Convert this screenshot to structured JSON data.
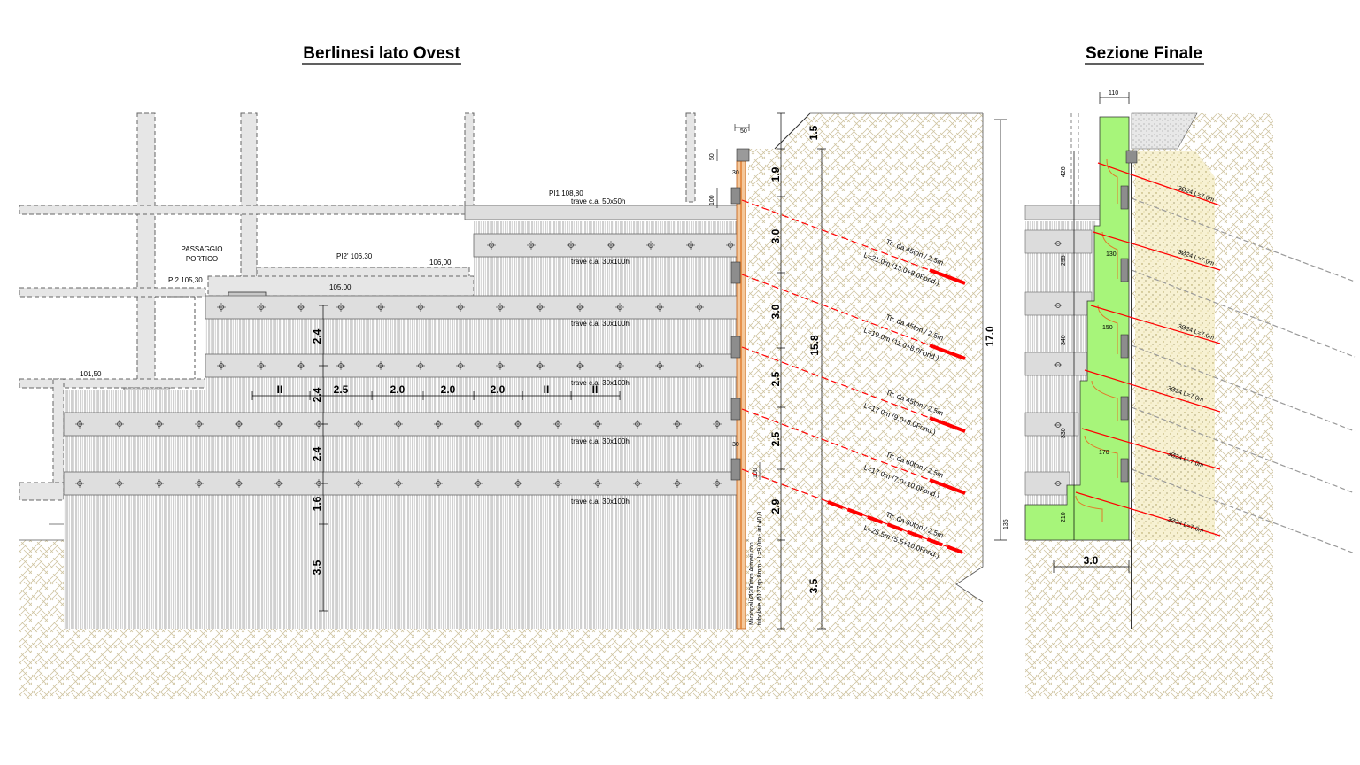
{
  "titles": {
    "left": "Berlinesi lato Ovest",
    "right": "Sezione Finale"
  },
  "left_view": {
    "labels": {
      "passage_line1": "PASSAGGIO",
      "passage_line2": "PORTICO",
      "pi1": "PI1  108,80",
      "pi2p": "PI2'  106,30",
      "pi2": "PI2  105,30",
      "lvl_106": "106,00",
      "lvl_105": "105,00",
      "lvl_101": "101,50",
      "beam_top": "trave c.a. 50x50h",
      "beam_1": "trave c.a. 30x100h",
      "beam_2": "trave c.a. 30x100h",
      "beam_3": "trave c.a. 30x100h",
      "beam_4": "trave c.a. 30x100h",
      "beam_5": "trave c.a. 30x100h",
      "pile_line1": "Micropali Ø200mm Armati con",
      "pile_line2": "tubolare Ø127sp.8mm - L=9,0m - int.40,0"
    },
    "pile_dims": {
      "top": "50",
      "top2": "50",
      "d30a": "30",
      "d100a": "100",
      "d30b": "30",
      "d100b": "100"
    },
    "left_dims": [
      "2.4",
      "2.4",
      "2.4",
      "1.6",
      "3.5"
    ],
    "spacing_dims": [
      "II",
      "2.5",
      "2.0",
      "2.0",
      "2.0",
      "II",
      "II"
    ],
    "right_dims": [
      "1.5",
      "1.9",
      "3.0",
      "3.0",
      "2.5",
      "2.5",
      "2.9",
      "3.5"
    ],
    "total_15_8": "15.8",
    "total_17": "17.0",
    "anchors": [
      {
        "line1": "Tir. da 45ton / 2.5m",
        "line2": "L=21.0m (13.0+8.0Fond.)"
      },
      {
        "line1": "Tir. da 45ton / 2.5m",
        "line2": "L=19.0m (11.0+8.0Fond.)"
      },
      {
        "line1": "Tir. da 45ton / 2.5m",
        "line2": "L=17.0m (9.0+8.0Fond.)"
      },
      {
        "line1": "Tir. da 60ton / 2.5m",
        "line2": "L=17.0m (7.0+10.0Fond.)"
      },
      {
        "line1": "Tir. da 60ton / 2.5m",
        "line2": "L=25.5m (5.5+10.0Fond.)"
      }
    ]
  },
  "right_view": {
    "dims": {
      "top_width": "110",
      "h426": "426",
      "h295": "295",
      "h340": "340",
      "h330": "330",
      "h135": "135",
      "w130": "130",
      "w150": "150",
      "w170": "170",
      "h210": "210",
      "w30": "3.0"
    },
    "bars": [
      "3Ø24 L=7.0m",
      "3Ø24 L=7.0m",
      "3Ø24 L=7.0m",
      "3Ø24 L=7.0m",
      "3Ø24 L=7.0m",
      "3Ø24 L=7.0m"
    ]
  },
  "colors": {
    "concrete": "#e0e0e0",
    "soil_line": "#d4c9a8",
    "anchor": "#ff0000",
    "wall_green": "#a7f57a",
    "pile": "#e07a2a",
    "gravel": "#f3ecc8"
  }
}
